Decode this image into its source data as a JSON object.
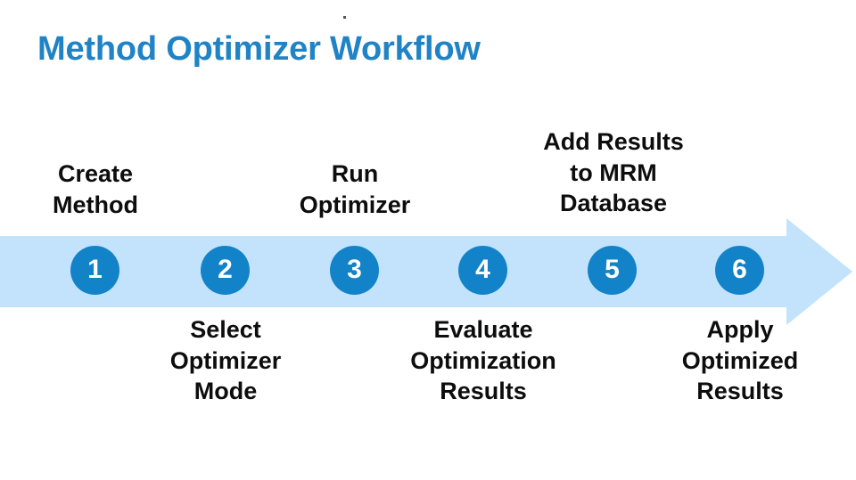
{
  "slide": {
    "title": "Method Optimizer Workflow",
    "background_color": "#ffffff",
    "title_color": "#1f83c6"
  },
  "diagram": {
    "type": "process-arrow",
    "band_color": "#c3e3fc",
    "marker_color": "#1283c8",
    "marker_text_color": "#ffffff",
    "label_color": "#0d0d0d",
    "direction": "left-to-right",
    "steps": [
      {
        "number": "1",
        "label": "Create\nMethod",
        "label_position": "above"
      },
      {
        "number": "2",
        "label": "Select\nOptimizer\nMode",
        "label_position": "below"
      },
      {
        "number": "3",
        "label": "Run\nOptimizer",
        "label_position": "above"
      },
      {
        "number": "4",
        "label": "Evaluate\nOptimization\nResults",
        "label_position": "below"
      },
      {
        "number": "5",
        "label": "Add Results\nto MRM\nDatabase",
        "label_position": "above"
      },
      {
        "number": "6",
        "label": "Apply\nOptimized\nResults",
        "label_position": "below"
      }
    ]
  }
}
